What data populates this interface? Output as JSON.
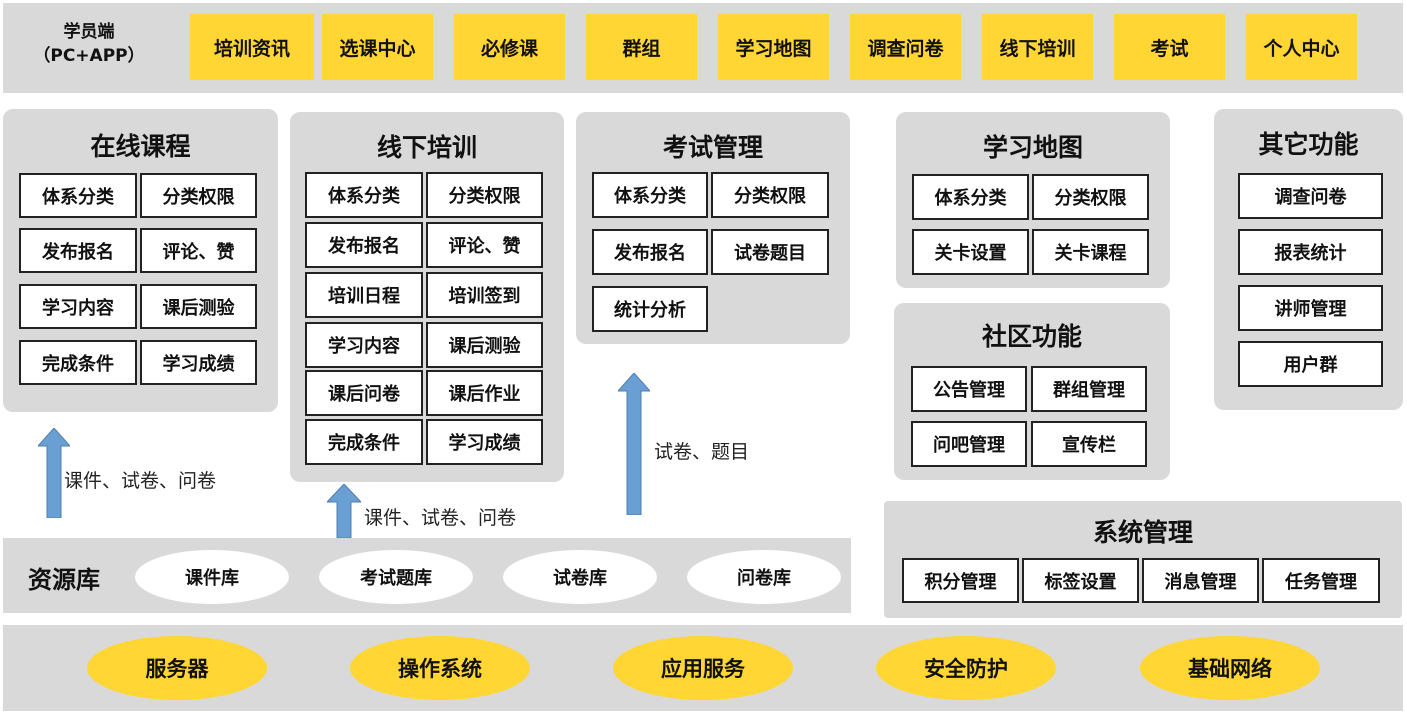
{
  "top_bar": {
    "client_label_line1": "学员端",
    "client_label_line2": "（PC+APP）",
    "nav_items": [
      "培训资讯",
      "选课中心",
      "必修课",
      "群组",
      "学习地图",
      "调查问卷",
      "线下培训",
      "考试",
      "个人中心"
    ]
  },
  "panels": {
    "online_course": {
      "title": "在线课程",
      "cells": [
        "体系分类",
        "分类权限",
        "发布报名",
        "评论、赞",
        "学习内容",
        "课后测验",
        "完成条件",
        "学习成绩"
      ]
    },
    "offline_training": {
      "title": "线下培训",
      "cells": [
        "体系分类",
        "分类权限",
        "发布报名",
        "评论、赞",
        "培训日程",
        "培训签到",
        "学习内容",
        "课后测验",
        "课后问卷",
        "课后作业",
        "完成条件",
        "学习成绩"
      ]
    },
    "exam_management": {
      "title": "考试管理",
      "cells": [
        "体系分类",
        "分类权限",
        "发布报名",
        "试卷题目",
        "统计分析"
      ]
    },
    "learning_map": {
      "title": "学习地图",
      "cells": [
        "体系分类",
        "分类权限",
        "关卡设置",
        "关卡课程"
      ]
    },
    "community": {
      "title": "社区功能",
      "cells": [
        "公告管理",
        "群组管理",
        "问吧管理",
        "宣传栏"
      ]
    },
    "other_functions": {
      "title": "其它功能",
      "cells": [
        "调查问卷",
        "报表统计",
        "讲师管理",
        "用户群"
      ]
    },
    "system_management": {
      "title": "系统管理",
      "cells": [
        "积分管理",
        "标签设置",
        "消息管理",
        "任务管理"
      ]
    }
  },
  "arrows": {
    "online_label": "课件、试卷、问卷",
    "offline_label": "课件、试卷、问卷",
    "exam_label": "试卷、题目",
    "color": "#6a9fd4"
  },
  "resource_library": {
    "title": "资源库",
    "items": [
      "课件库",
      "考试题库",
      "试卷库",
      "问卷库"
    ]
  },
  "infrastructure": {
    "items": [
      "服务器",
      "操作系统",
      "应用服务",
      "安全防护",
      "基础网络"
    ]
  },
  "colors": {
    "accent_yellow": "#ffd633",
    "panel_gray": "#d9d9d9",
    "arrow_blue": "#6a9fd4"
  }
}
